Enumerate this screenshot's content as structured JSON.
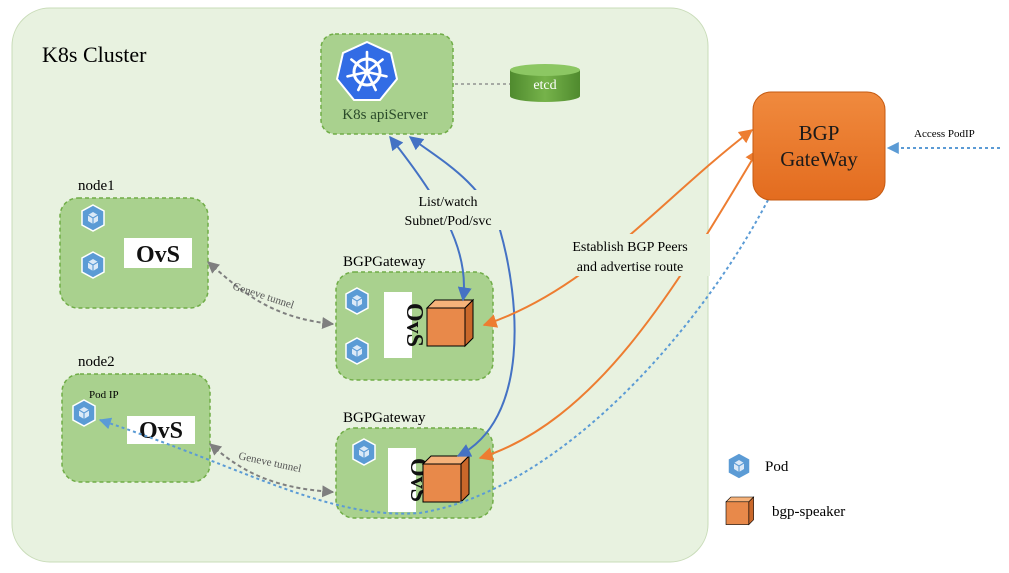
{
  "cluster": {
    "title": "K8s Cluster"
  },
  "api_server": {
    "label": "K8s apiServer"
  },
  "etcd": {
    "label": "etcd"
  },
  "nodes": [
    {
      "label": "node1"
    },
    {
      "label": "node2",
      "pod_ip_label": "Pod IP"
    }
  ],
  "gateways": [
    {
      "label": "BGPGateway"
    },
    {
      "label": "BGPGateway"
    }
  ],
  "ovs": {
    "label": "OvS"
  },
  "tunnels": [
    {
      "label": "Geneve tunnel"
    },
    {
      "label": "Geneve tunnel"
    }
  ],
  "list_watch": {
    "line1": "List/watch",
    "line2": "Subnet/Pod/svc"
  },
  "bgp_peers": {
    "line1": "Establish BGP Peers",
    "line2": "and advertise route"
  },
  "external_gateway": {
    "line1": "BGP",
    "line2": "GateWay"
  },
  "external_access": {
    "label": "Access PodIP"
  },
  "legend": {
    "pod": "Pod",
    "speaker": "bgp-speaker"
  },
  "colors": {
    "cluster_bg": "#e8f2e0",
    "node_bg": "#a9d18e",
    "dashed_border": "#70ad47",
    "bgp_gateway": "#ed7d31",
    "arrow_blue": "#4472c4",
    "arrow_orange": "#ed7d31",
    "tunnel_gray": "#7f7f7f",
    "pod_blue": "#5b9bd5",
    "speaker_orange": "#f4a460",
    "k8s_blue": "#326ce5",
    "etcd_green": "#70ad47"
  }
}
